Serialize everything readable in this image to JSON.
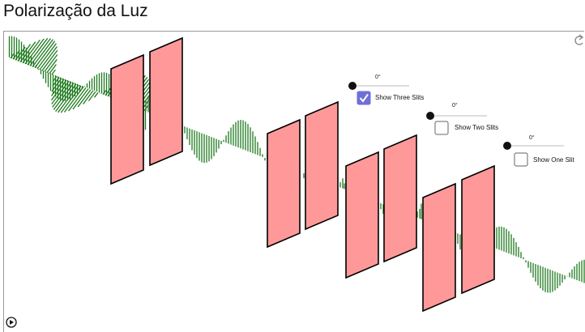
{
  "title": "Polarização da Luz",
  "controls": [
    {
      "angle": "0°",
      "label": "Show Three Slits",
      "checked": true
    },
    {
      "angle": "0°",
      "label": "Show Two Slits",
      "checked": false
    },
    {
      "angle": "0°",
      "label": "Show One Slit",
      "checked": false
    }
  ],
  "icons": {
    "reset": "reset-icon",
    "play": "play-icon"
  },
  "colors": {
    "wave": "#1e7a1e",
    "slit_fill": "#ff9999",
    "slit_stroke": "#000000",
    "checkbox_checked": "#6f6fd8"
  }
}
